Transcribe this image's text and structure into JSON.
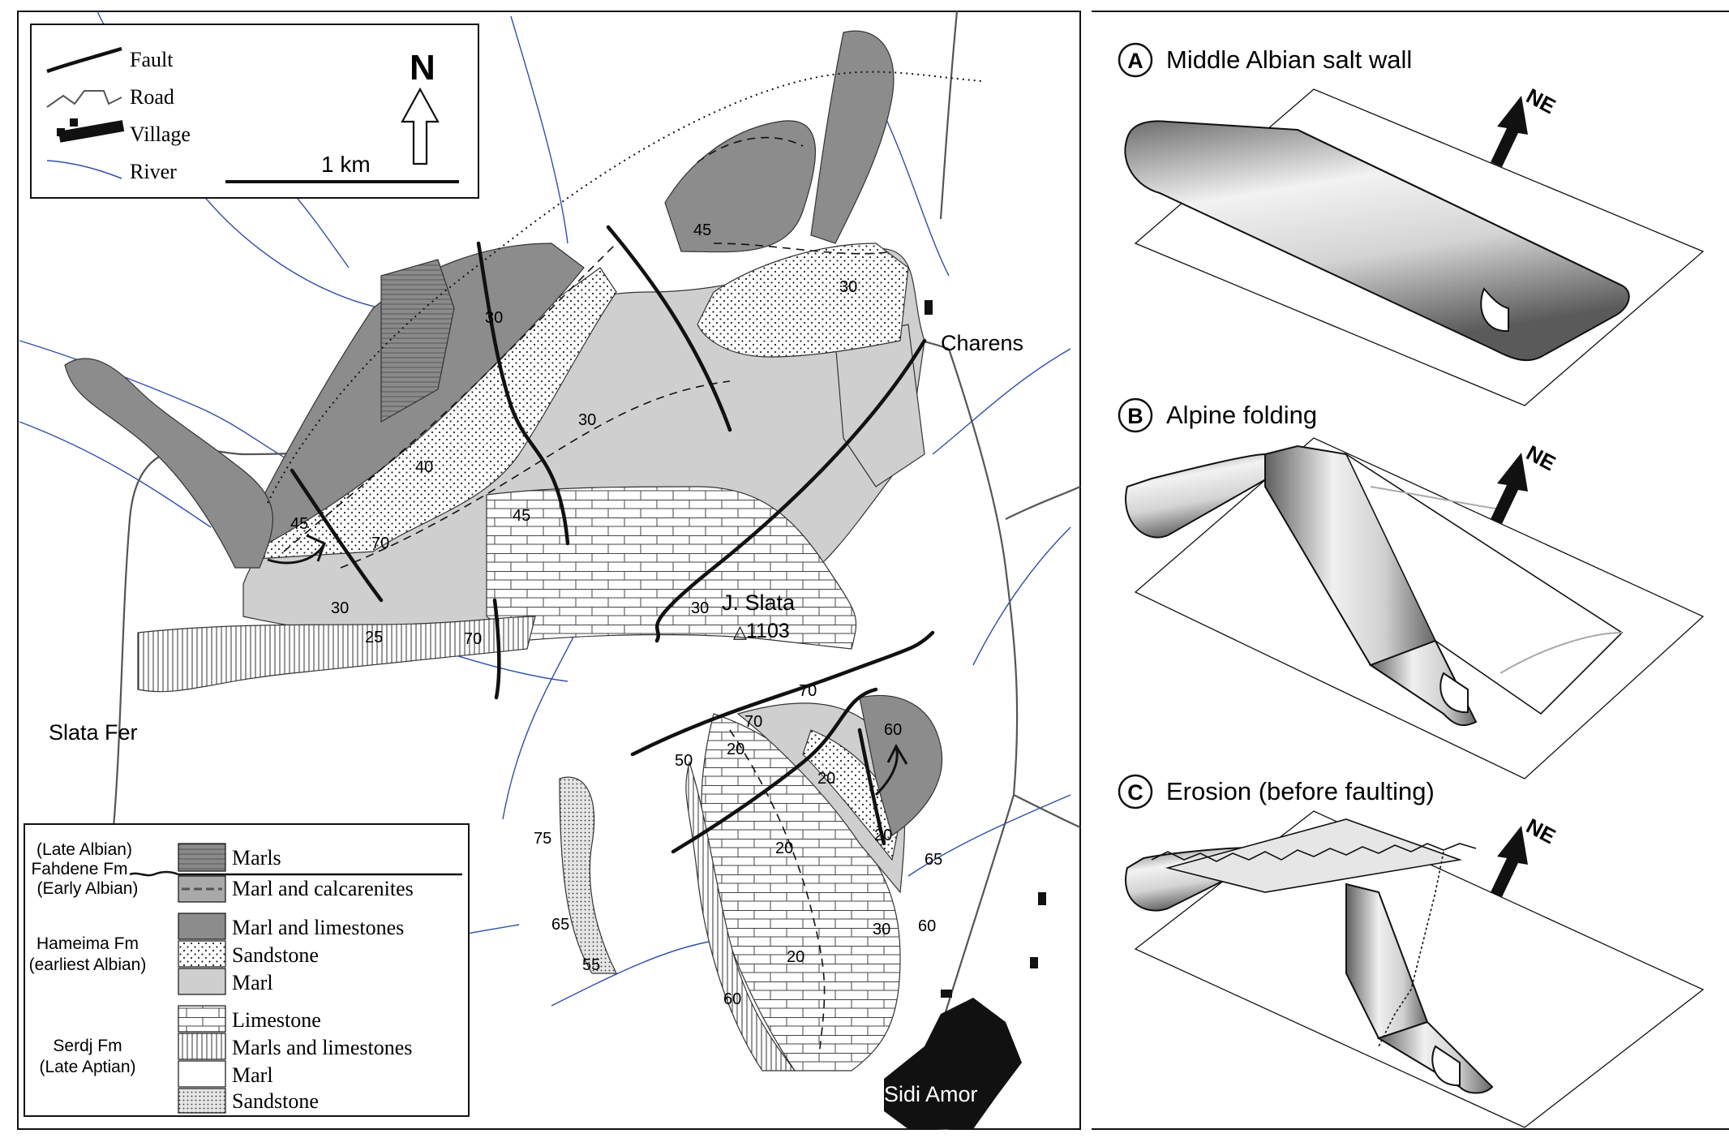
{
  "legend_map": {
    "fault": "Fault",
    "road": "Road",
    "village": "Village",
    "river": "River",
    "north": "N",
    "scale": "1 km"
  },
  "places": {
    "charens": "Charens",
    "j_slata": "J. Slata",
    "peak": "1103",
    "slata_fer": "Slata Fer",
    "sidi_amor": "Sidi Amor"
  },
  "dips": [
    "45",
    "30",
    "30",
    "30",
    "40",
    "45",
    "45",
    "70",
    "30",
    "25",
    "70",
    "30",
    "70",
    "70",
    "60",
    "50",
    "20",
    "20",
    "20",
    "20",
    "65",
    "30",
    "60",
    "20",
    "60",
    "75",
    "65",
    "55"
  ],
  "stratigraphy": {
    "fahdene": {
      "age_top": "(Late Albian)",
      "name": "Fahdene Fm",
      "age_bottom": "(Early Albian)",
      "units": [
        "Marls",
        "Marl and calcarenites"
      ]
    },
    "hameima": {
      "name": "Hameima Fm",
      "age": "(earliest Albian)",
      "units": [
        "Marl and limestones",
        "Sandstone",
        "Marl"
      ]
    },
    "serdj": {
      "name": "Serdj Fm",
      "age": "(Late Aptian)",
      "units": [
        "Limestone",
        "Marls and limestones",
        "Marl",
        "Sandstone"
      ]
    }
  },
  "panels": [
    {
      "letter": "A",
      "title": "Middle Albian salt wall",
      "arrow": "NE"
    },
    {
      "letter": "B",
      "title": "Alpine folding",
      "arrow": "NE"
    },
    {
      "letter": "C",
      "title": "Erosion (before faulting)",
      "arrow": "NE"
    }
  ],
  "colors": {
    "marl_dark": "#8c8c8c",
    "marl_mid": "#a9a9a9",
    "marl_light": "#cfcfcf",
    "river": "#2f4fa8"
  }
}
